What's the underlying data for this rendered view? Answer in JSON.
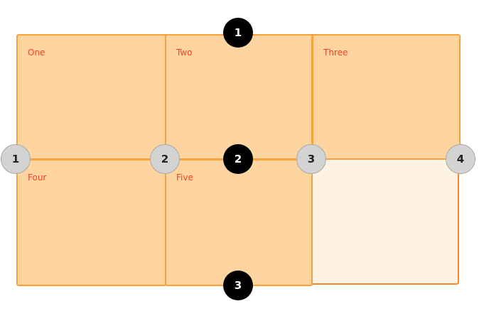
{
  "grid": {
    "items": [
      {
        "label": "One"
      },
      {
        "label": "Two"
      },
      {
        "label": "Three"
      },
      {
        "label": "Four"
      },
      {
        "label": "Five"
      }
    ]
  },
  "row_lines": [
    "1",
    "2",
    "3"
  ],
  "column_lines": [
    "1",
    "2",
    "3",
    "4"
  ],
  "colors": {
    "container_border": "#f7892d",
    "item_fill": "#fed4a1",
    "item_border": "#f9a23d",
    "empty_area": "#fef3e2",
    "label_text": "#ee4422",
    "row_marker": "#000000",
    "column_marker": "#d3d3d3"
  }
}
